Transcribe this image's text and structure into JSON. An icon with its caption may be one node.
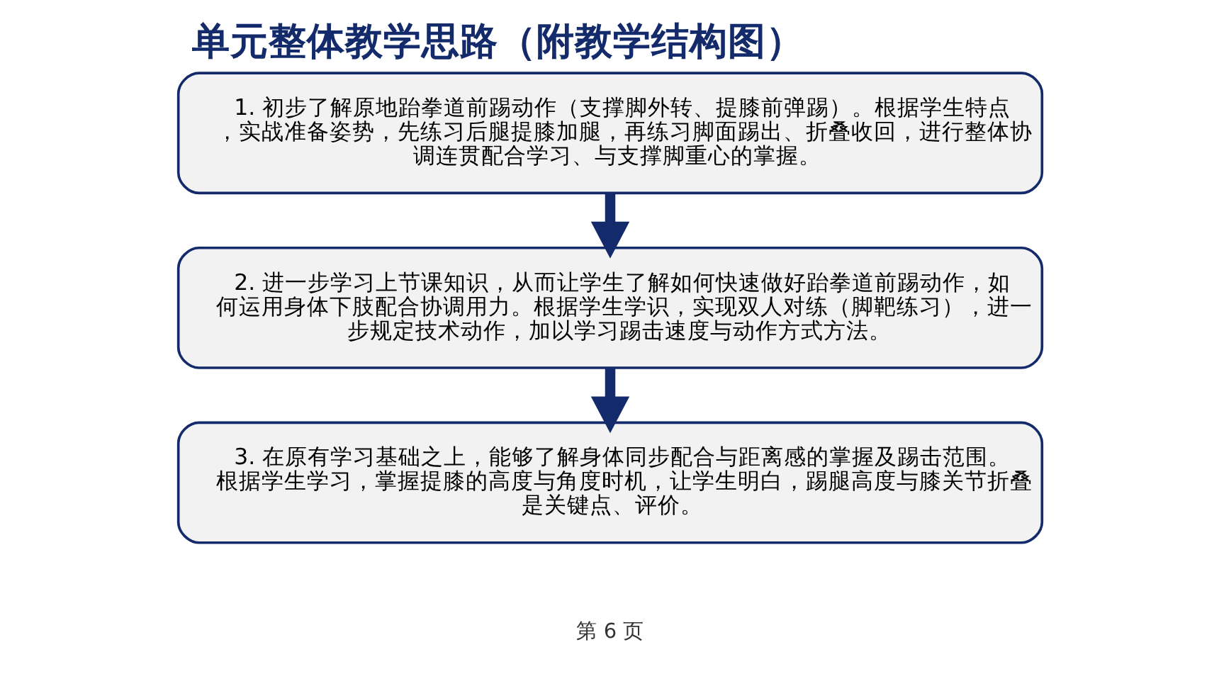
{
  "diagram": {
    "title": "单元整体教学思路（附教学结构图）",
    "nodes": [
      {
        "text": [
          "1. 初步了解原地跆拳道前踢动作（支撑脚外转、提膝前弹踢）。根据学生特点，实战准备姿势，先练习后腿提膝加腿，再练习脚面踢出、折叠收回，进行整体协调连贯配合学习、与支撑脚重心的掌握。"
        ]
      },
      {
        "text": [
          "2. 进一步学习上节课知识，从而让学生了解如何快速做好跆拳道前踢动作，如何运用身体下肢配合协调用力。根据学生学识，实现双人对练（脚靶练习），进一步规定技术动作，加以学习踢击速度与动作方式方法。"
        ]
      },
      {
        "text": [
          "3. 在原有学习基础之上，能够了解身体同步配合与距离感的掌握及踢击范围。根据学生学习，掌握提膝的高度与角度时机，让学生明白，踢腿高度与膝关节折叠是关键点、评价。"
        ]
      }
    ],
    "edges": [
      {
        "from": 0,
        "to": 1,
        "arrow": "to"
      },
      {
        "from": 1,
        "to": 2,
        "arrow": "to"
      }
    ],
    "labels": [
      "第 6 页"
    ]
  }
}
